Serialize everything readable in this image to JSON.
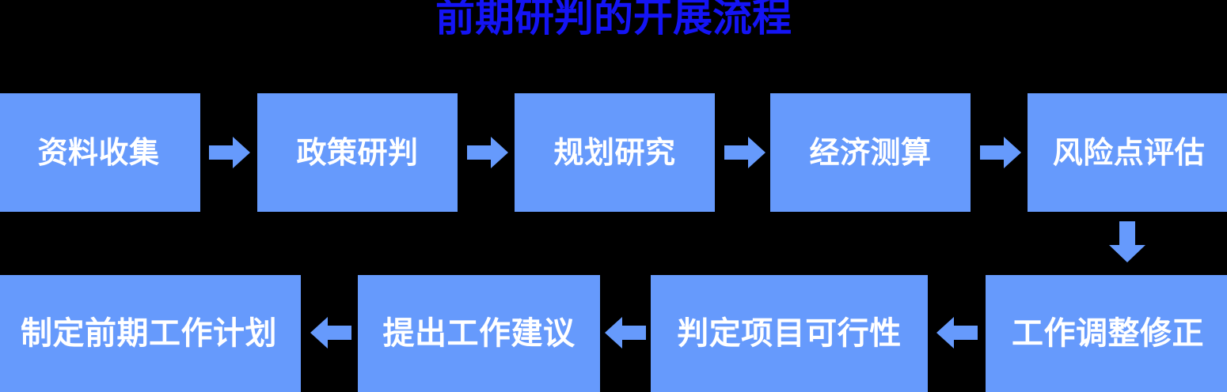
{
  "page": {
    "title": "前期研判的开展流程",
    "background_color": "#000000",
    "title_color": "#1414F5",
    "node_color": "#669AFC",
    "node_text_color": "#FFFFFF",
    "arrow_color": "#669AFC"
  },
  "flow": {
    "row1": [
      {
        "label": "资料收集"
      },
      {
        "label": "政策研判"
      },
      {
        "label": "规划研究"
      },
      {
        "label": "经济测算"
      },
      {
        "label": "风险点评估"
      }
    ],
    "row2": [
      {
        "label": "制定前期工作计划"
      },
      {
        "label": "提出工作建议"
      },
      {
        "label": "判定项目可行性"
      },
      {
        "label": "工作调整修正"
      }
    ],
    "connectors": [
      {
        "name": "arrow-right-1",
        "direction": "right"
      },
      {
        "name": "arrow-right-2",
        "direction": "right"
      },
      {
        "name": "arrow-right-3",
        "direction": "right"
      },
      {
        "name": "arrow-right-4",
        "direction": "right"
      },
      {
        "name": "arrow-down-1",
        "direction": "down"
      },
      {
        "name": "arrow-left-1",
        "direction": "left"
      },
      {
        "name": "arrow-left-2",
        "direction": "left"
      },
      {
        "name": "arrow-left-3",
        "direction": "left"
      }
    ]
  }
}
